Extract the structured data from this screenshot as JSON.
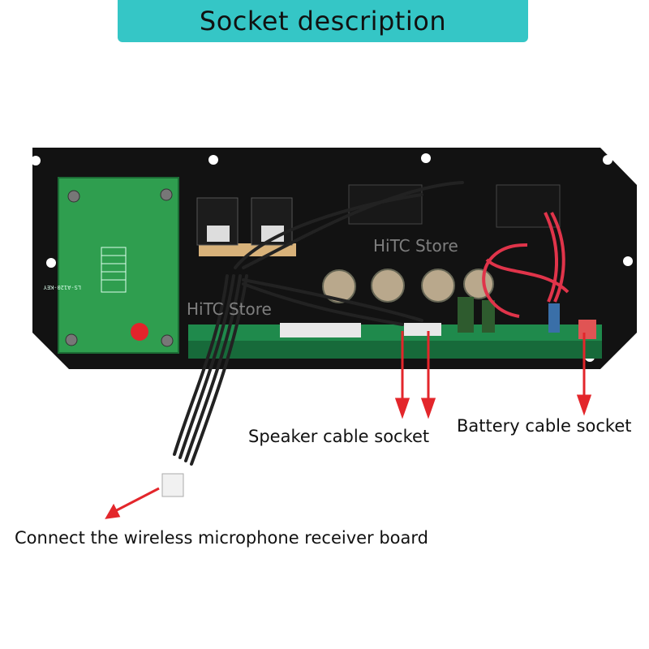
{
  "header": {
    "title": "Socket description"
  },
  "watermark": {
    "text": "HiTC Store"
  },
  "board": {
    "silkscreen": "LS-A120-KEY"
  },
  "callouts": {
    "speaker": "Speaker cable socket",
    "battery": "Battery cable socket",
    "microphone": "Connect the wireless microphone receiver board"
  },
  "colors": {
    "banner": "#35c6c6",
    "arrow": "#e3262b",
    "panel": "#111111",
    "pcb": "#1f8a4c"
  }
}
